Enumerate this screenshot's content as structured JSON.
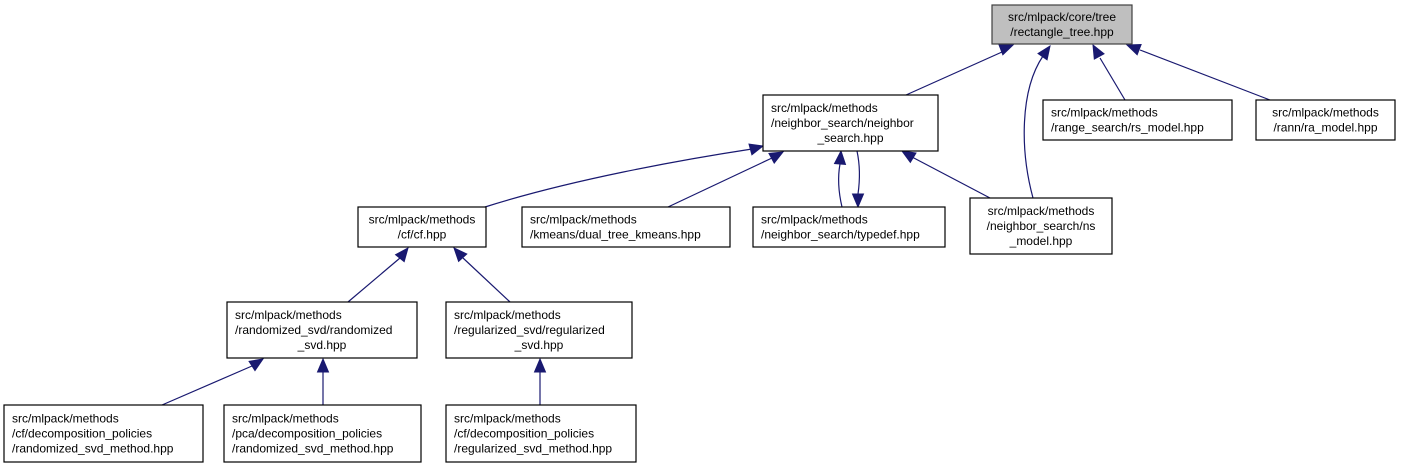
{
  "diagram": {
    "title": "src/mlpack/core/tree/rectangle_tree.hpp include dependency graph",
    "colors": {
      "edge": "#191970",
      "root_fill": "#bfbfbf",
      "node_fill": "#ffffff",
      "border": "#000000"
    },
    "nodes": [
      {
        "id": "root",
        "lines": [
          "src/mlpack/core/tree",
          "/rectangle_tree.hpp"
        ],
        "align": "center",
        "root": true
      },
      {
        "id": "neighbor_search",
        "lines": [
          "src/mlpack/methods",
          "/neighbor_search/neighbor",
          "_search.hpp"
        ],
        "align": "mixed"
      },
      {
        "id": "rs_model",
        "lines": [
          "src/mlpack/methods",
          "/range_search/rs_model.hpp"
        ],
        "align": "left"
      },
      {
        "id": "ra_model",
        "lines": [
          "src/mlpack/methods",
          "/rann/ra_model.hpp"
        ],
        "align": "center"
      },
      {
        "id": "cf",
        "lines": [
          "src/mlpack/methods",
          "/cf/cf.hpp"
        ],
        "align": "center"
      },
      {
        "id": "dual_tree_kmeans",
        "lines": [
          "src/mlpack/methods",
          "/kmeans/dual_tree_kmeans.hpp"
        ],
        "align": "left"
      },
      {
        "id": "typedef",
        "lines": [
          "src/mlpack/methods",
          "/neighbor_search/typedef.hpp"
        ],
        "align": "left"
      },
      {
        "id": "ns_model",
        "lines": [
          "src/mlpack/methods",
          "/neighbor_search/ns",
          "_model.hpp"
        ],
        "align": "center"
      },
      {
        "id": "randomized_svd",
        "lines": [
          "src/mlpack/methods",
          "/randomized_svd/randomized",
          "_svd.hpp"
        ],
        "align": "mixed"
      },
      {
        "id": "regularized_svd",
        "lines": [
          "src/mlpack/methods",
          "/regularized_svd/regularized",
          "_svd.hpp"
        ],
        "align": "mixed"
      },
      {
        "id": "cf_randomized_svd_method",
        "lines": [
          "src/mlpack/methods",
          "/cf/decomposition_policies",
          "/randomized_svd_method.hpp"
        ],
        "align": "left"
      },
      {
        "id": "pca_randomized_svd_method",
        "lines": [
          "src/mlpack/methods",
          "/pca/decomposition_policies",
          "/randomized_svd_method.hpp"
        ],
        "align": "left"
      },
      {
        "id": "cf_regularized_svd_method",
        "lines": [
          "src/mlpack/methods",
          "/cf/decomposition_policies",
          "/regularized_svd_method.hpp"
        ],
        "align": "left"
      }
    ],
    "edges": [
      {
        "from": "neighbor_search",
        "to": "root"
      },
      {
        "from": "ns_model",
        "to": "root"
      },
      {
        "from": "rs_model",
        "to": "root"
      },
      {
        "from": "ra_model",
        "to": "root"
      },
      {
        "from": "cf",
        "to": "neighbor_search"
      },
      {
        "from": "dual_tree_kmeans",
        "to": "neighbor_search"
      },
      {
        "from": "typedef",
        "to": "neighbor_search"
      },
      {
        "from": "neighbor_search",
        "to": "typedef"
      },
      {
        "from": "ns_model",
        "to": "neighbor_search"
      },
      {
        "from": "randomized_svd",
        "to": "cf"
      },
      {
        "from": "regularized_svd",
        "to": "cf"
      },
      {
        "from": "cf_randomized_svd_method",
        "to": "randomized_svd"
      },
      {
        "from": "pca_randomized_svd_method",
        "to": "randomized_svd"
      },
      {
        "from": "cf_regularized_svd_method",
        "to": "regularized_svd"
      }
    ]
  }
}
